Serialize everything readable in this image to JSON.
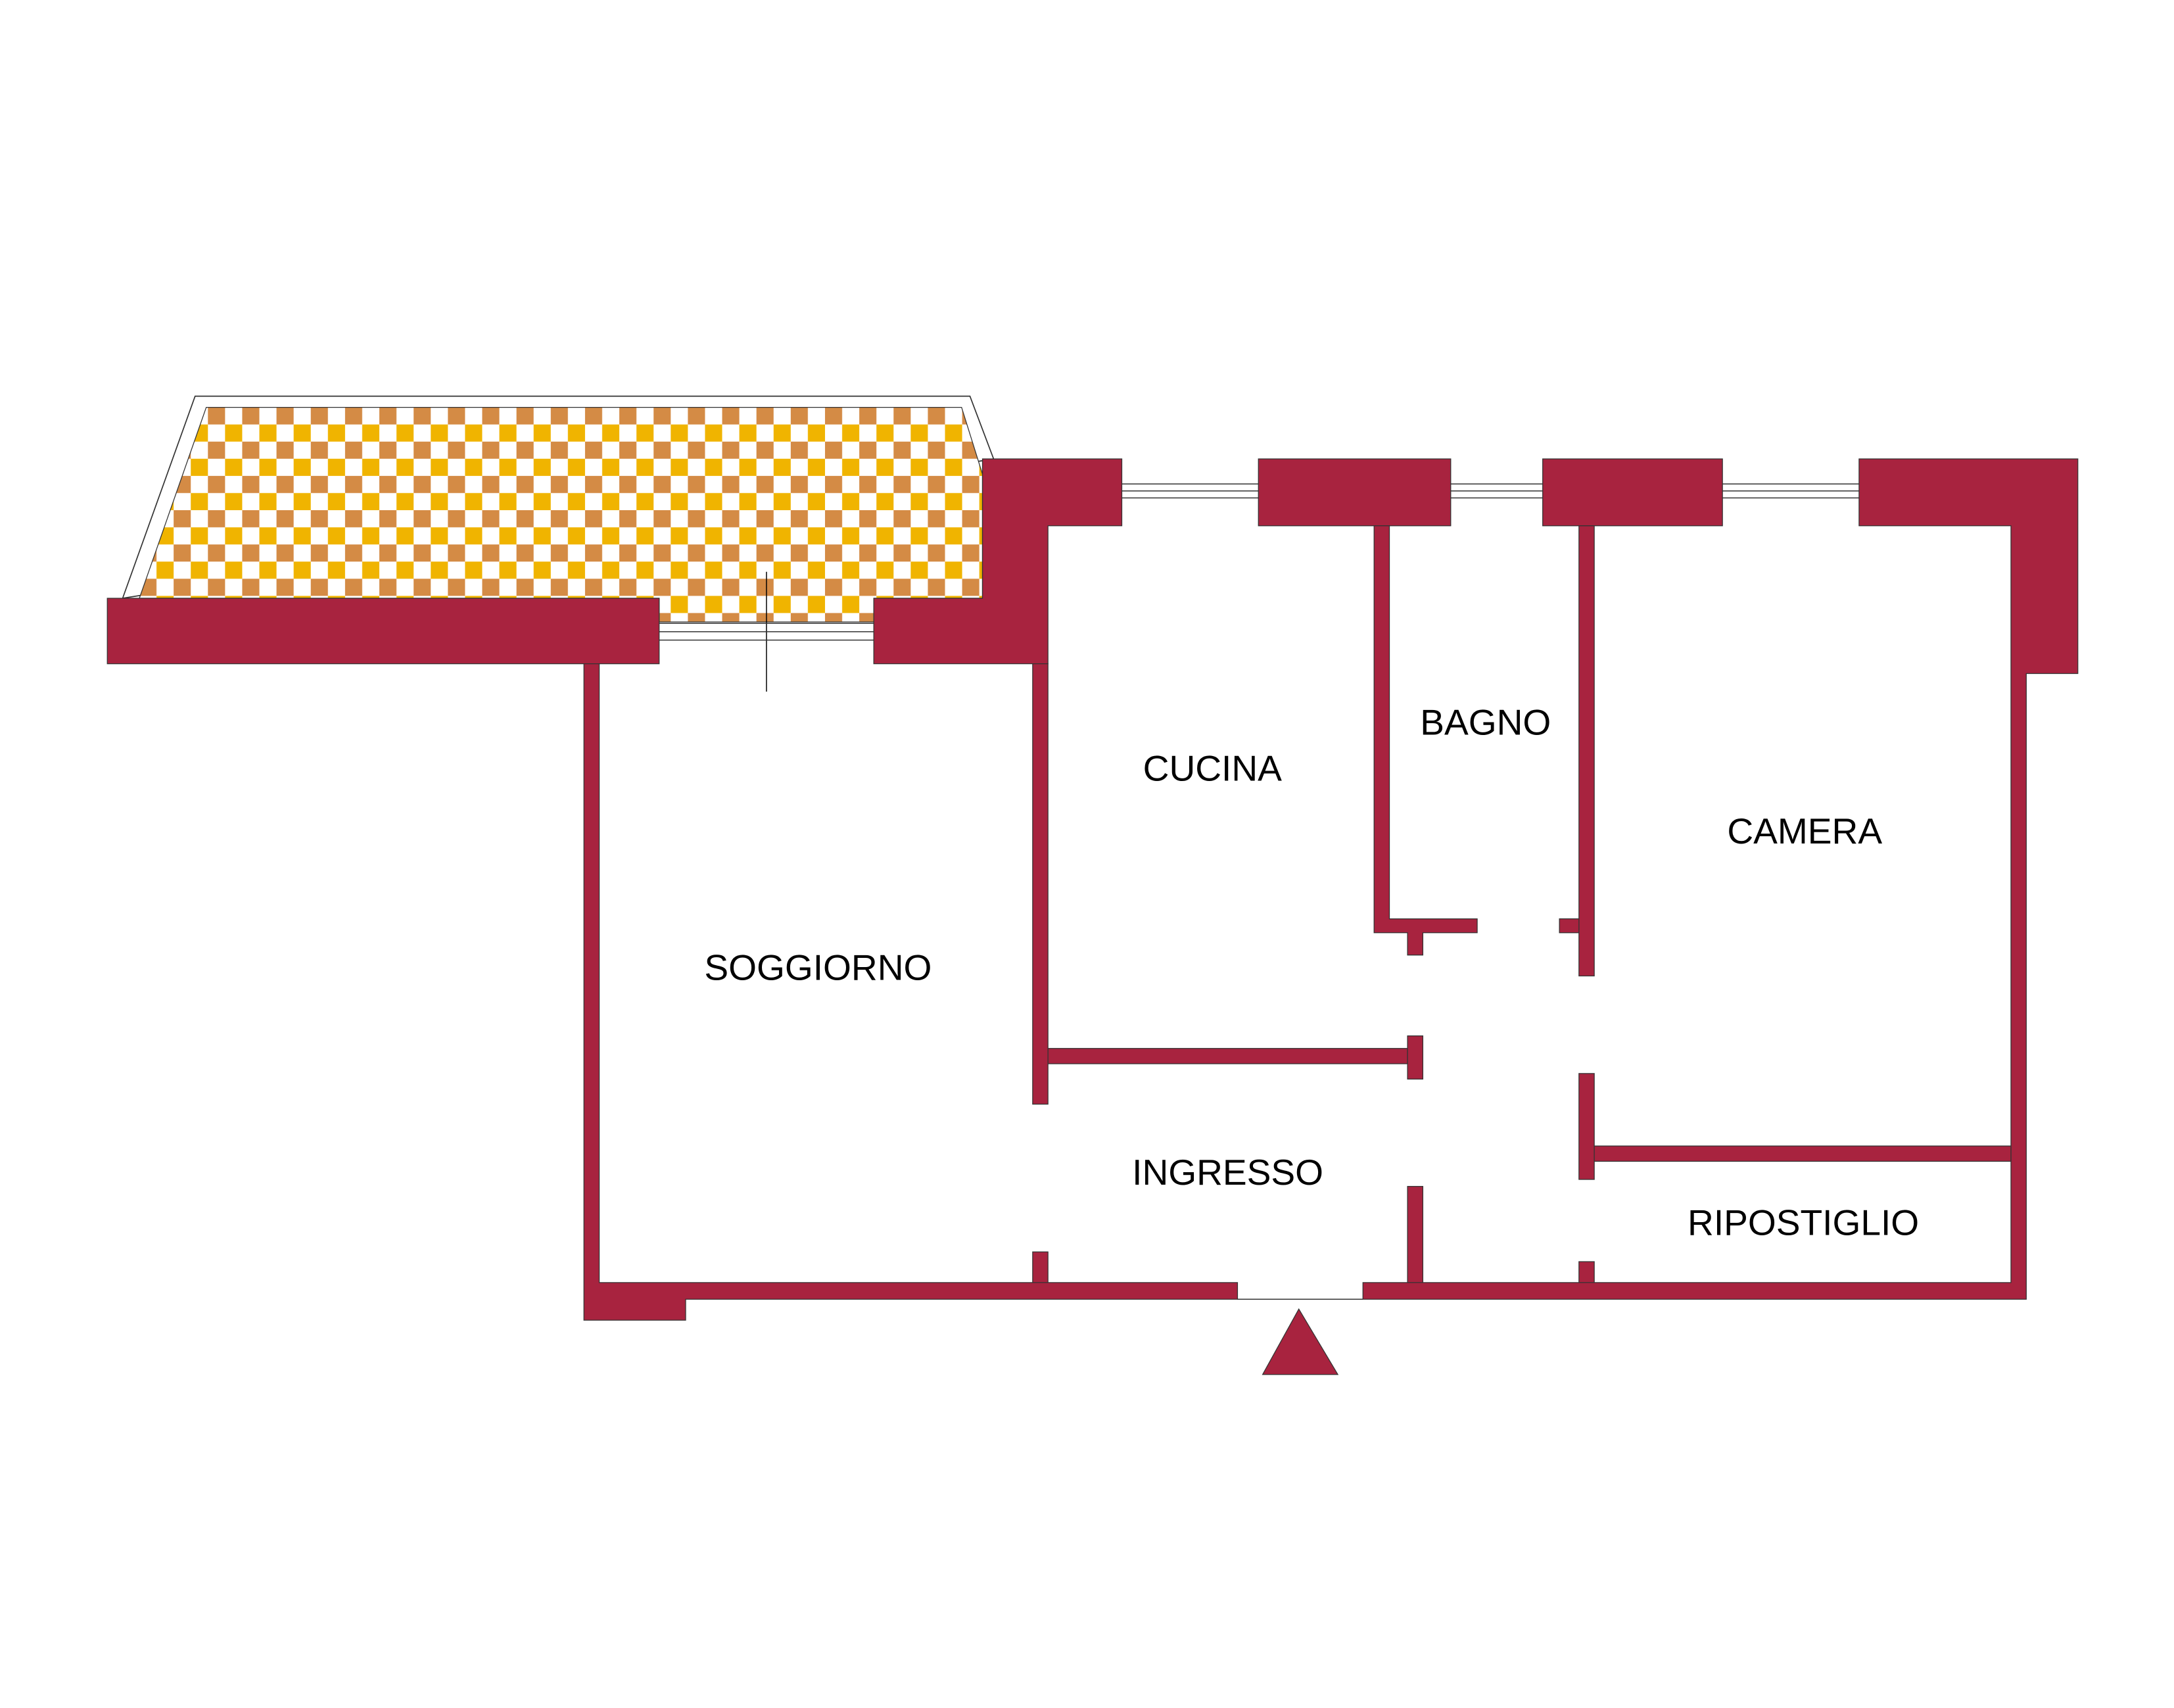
{
  "plan": {
    "rooms": {
      "soggiorno": "SOGGIORNO",
      "cucina": "CUCINA",
      "bagno": "BAGNO",
      "camera": "CAMERA",
      "ingresso": "INGRESSO",
      "ripostiglio": "RIPOSTIGLIO"
    },
    "colors": {
      "wall": "#A8233F",
      "balcony_tile_a": "#D48B45",
      "balcony_tile_b": "#F0B400"
    },
    "icons": [
      "entrance-triangle-icon"
    ]
  }
}
